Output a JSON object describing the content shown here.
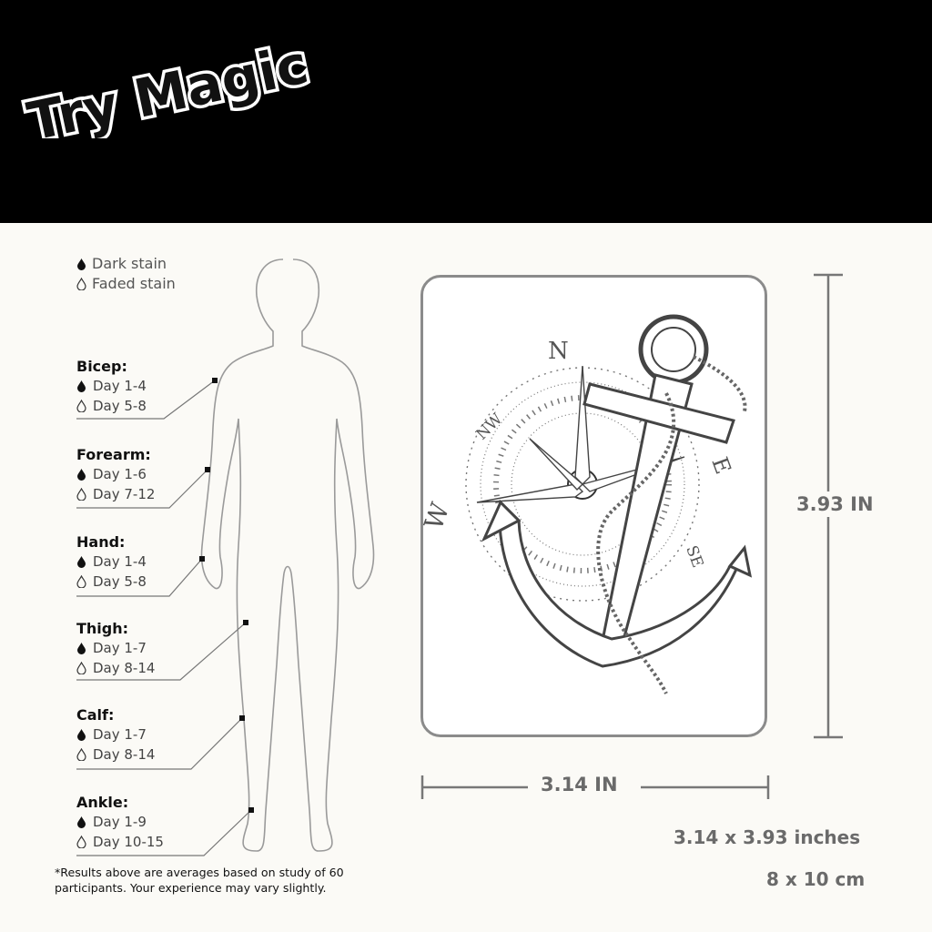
{
  "banner": {
    "brand": "Try Magic"
  },
  "legend": [
    {
      "icon": "filled-drop-icon",
      "label": "Dark stain"
    },
    {
      "icon": "outline-drop-icon",
      "label": "Faded stain"
    }
  ],
  "body_parts": [
    {
      "name": "Bicep:",
      "dark": "Day 1-4",
      "faded": "Day 5-8"
    },
    {
      "name": "Forearm:",
      "dark": "Day 1-6",
      "faded": "Day 7-12"
    },
    {
      "name": "Hand:",
      "dark": "Day 1-4",
      "faded": "Day 5-8"
    },
    {
      "name": "Thigh:",
      "dark": "Day 1-7",
      "faded": "Day 8-14"
    },
    {
      "name": "Calf:",
      "dark": "Day 1-7",
      "faded": "Day 8-14"
    },
    {
      "name": "Ankle:",
      "dark": "Day 1-9",
      "faded": "Day 10-15"
    }
  ],
  "footnote": {
    "line1": "*Results above are averages based on study of 60",
    "line2": "participants. Your experience may vary slightly."
  },
  "tattoo": {
    "compass_letters": [
      "N",
      "E",
      "W",
      "NW",
      "SE"
    ],
    "height_label": "3.93 IN",
    "width_label": "3.14 IN"
  },
  "size": {
    "inches": "3.14 x 3.93 inches",
    "cm": "8 x 10 cm"
  },
  "colors": {
    "banner": "#000000",
    "background": "#fbfaf6",
    "accent_gray": "#6a6a6a"
  }
}
